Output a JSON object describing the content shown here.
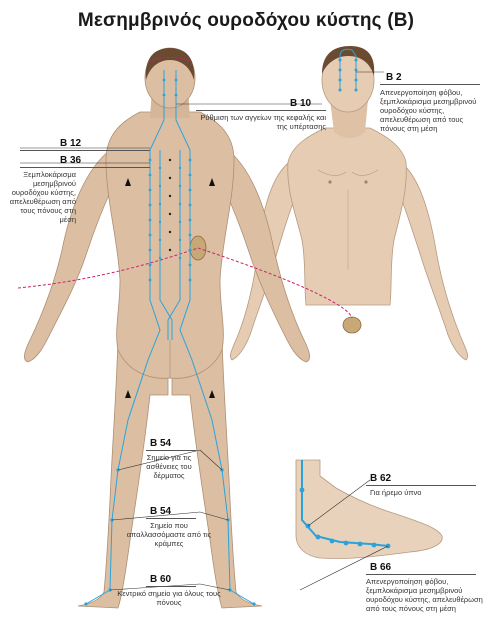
{
  "title": "Μεσημβρινός ουροδόχου κύστης (B)",
  "colors": {
    "meridian": "#29a3dc",
    "skin_back": "#dcbfa2",
    "skin_front": "#e6ccb2",
    "hair": "#6b4a32",
    "internal": "#d0206e",
    "bladder": "#c9a878",
    "foot": "#e8d2bc"
  },
  "labels": {
    "b2": {
      "code": "B 2",
      "text": "Απενεργοποίηση φόβου, ξεμπλοκάρισμα μεσημβρινού ουροδόχου κύστης, απελευθέρωση από τους πόνους στη μέση"
    },
    "b10": {
      "code": "B 10",
      "text": "Ρύθμιση των αγγείων της κεφαλής και της υπέρτασης"
    },
    "b12": {
      "code": "B 12"
    },
    "b36": {
      "code": "B 36",
      "text": "Ξεμπλοκάρισμα μεσημβρινού ουροδόχου κύστης, απελευθέρωση από τους πόνους στη μέση"
    },
    "b54a": {
      "code": "B 54",
      "text": "Σημείο για τις ασθένειες του δέρματος"
    },
    "b54b": {
      "code": "B 54",
      "text": "Σημείο που απαλλασσόμαστε από τις κράμπες"
    },
    "b60": {
      "code": "B 60",
      "text": "Κεντρικό σημείο για όλους τους πόνους"
    },
    "b62": {
      "code": "B 62",
      "text": "Για ήρεμο ύπνο"
    },
    "b66": {
      "code": "B 66",
      "text": "Απενεργοποίηση φόβου, ξεμπλοκάρισμα μεσημβρινού ουροδόχου κύστης, απελευθέρωση από τους πόνους στη μέση"
    }
  }
}
